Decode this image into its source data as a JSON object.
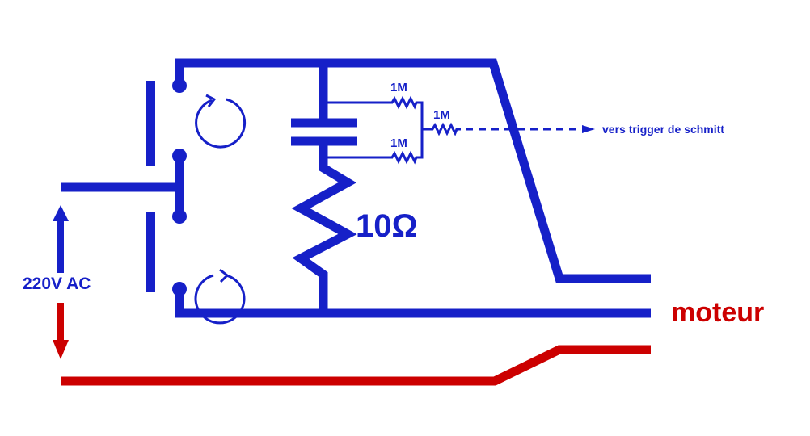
{
  "colors": {
    "circuit_blue": "#1620c8",
    "motor_red": "#cc0000"
  },
  "labels": {
    "supply": "220V AC",
    "shunt_resistor": "10Ω",
    "divider_resistor_top": "1M",
    "divider_resistor_bottom": "1M",
    "series_resistor": "1M",
    "trigger_output": "vers trigger de schmitt",
    "motor": "moteur"
  }
}
